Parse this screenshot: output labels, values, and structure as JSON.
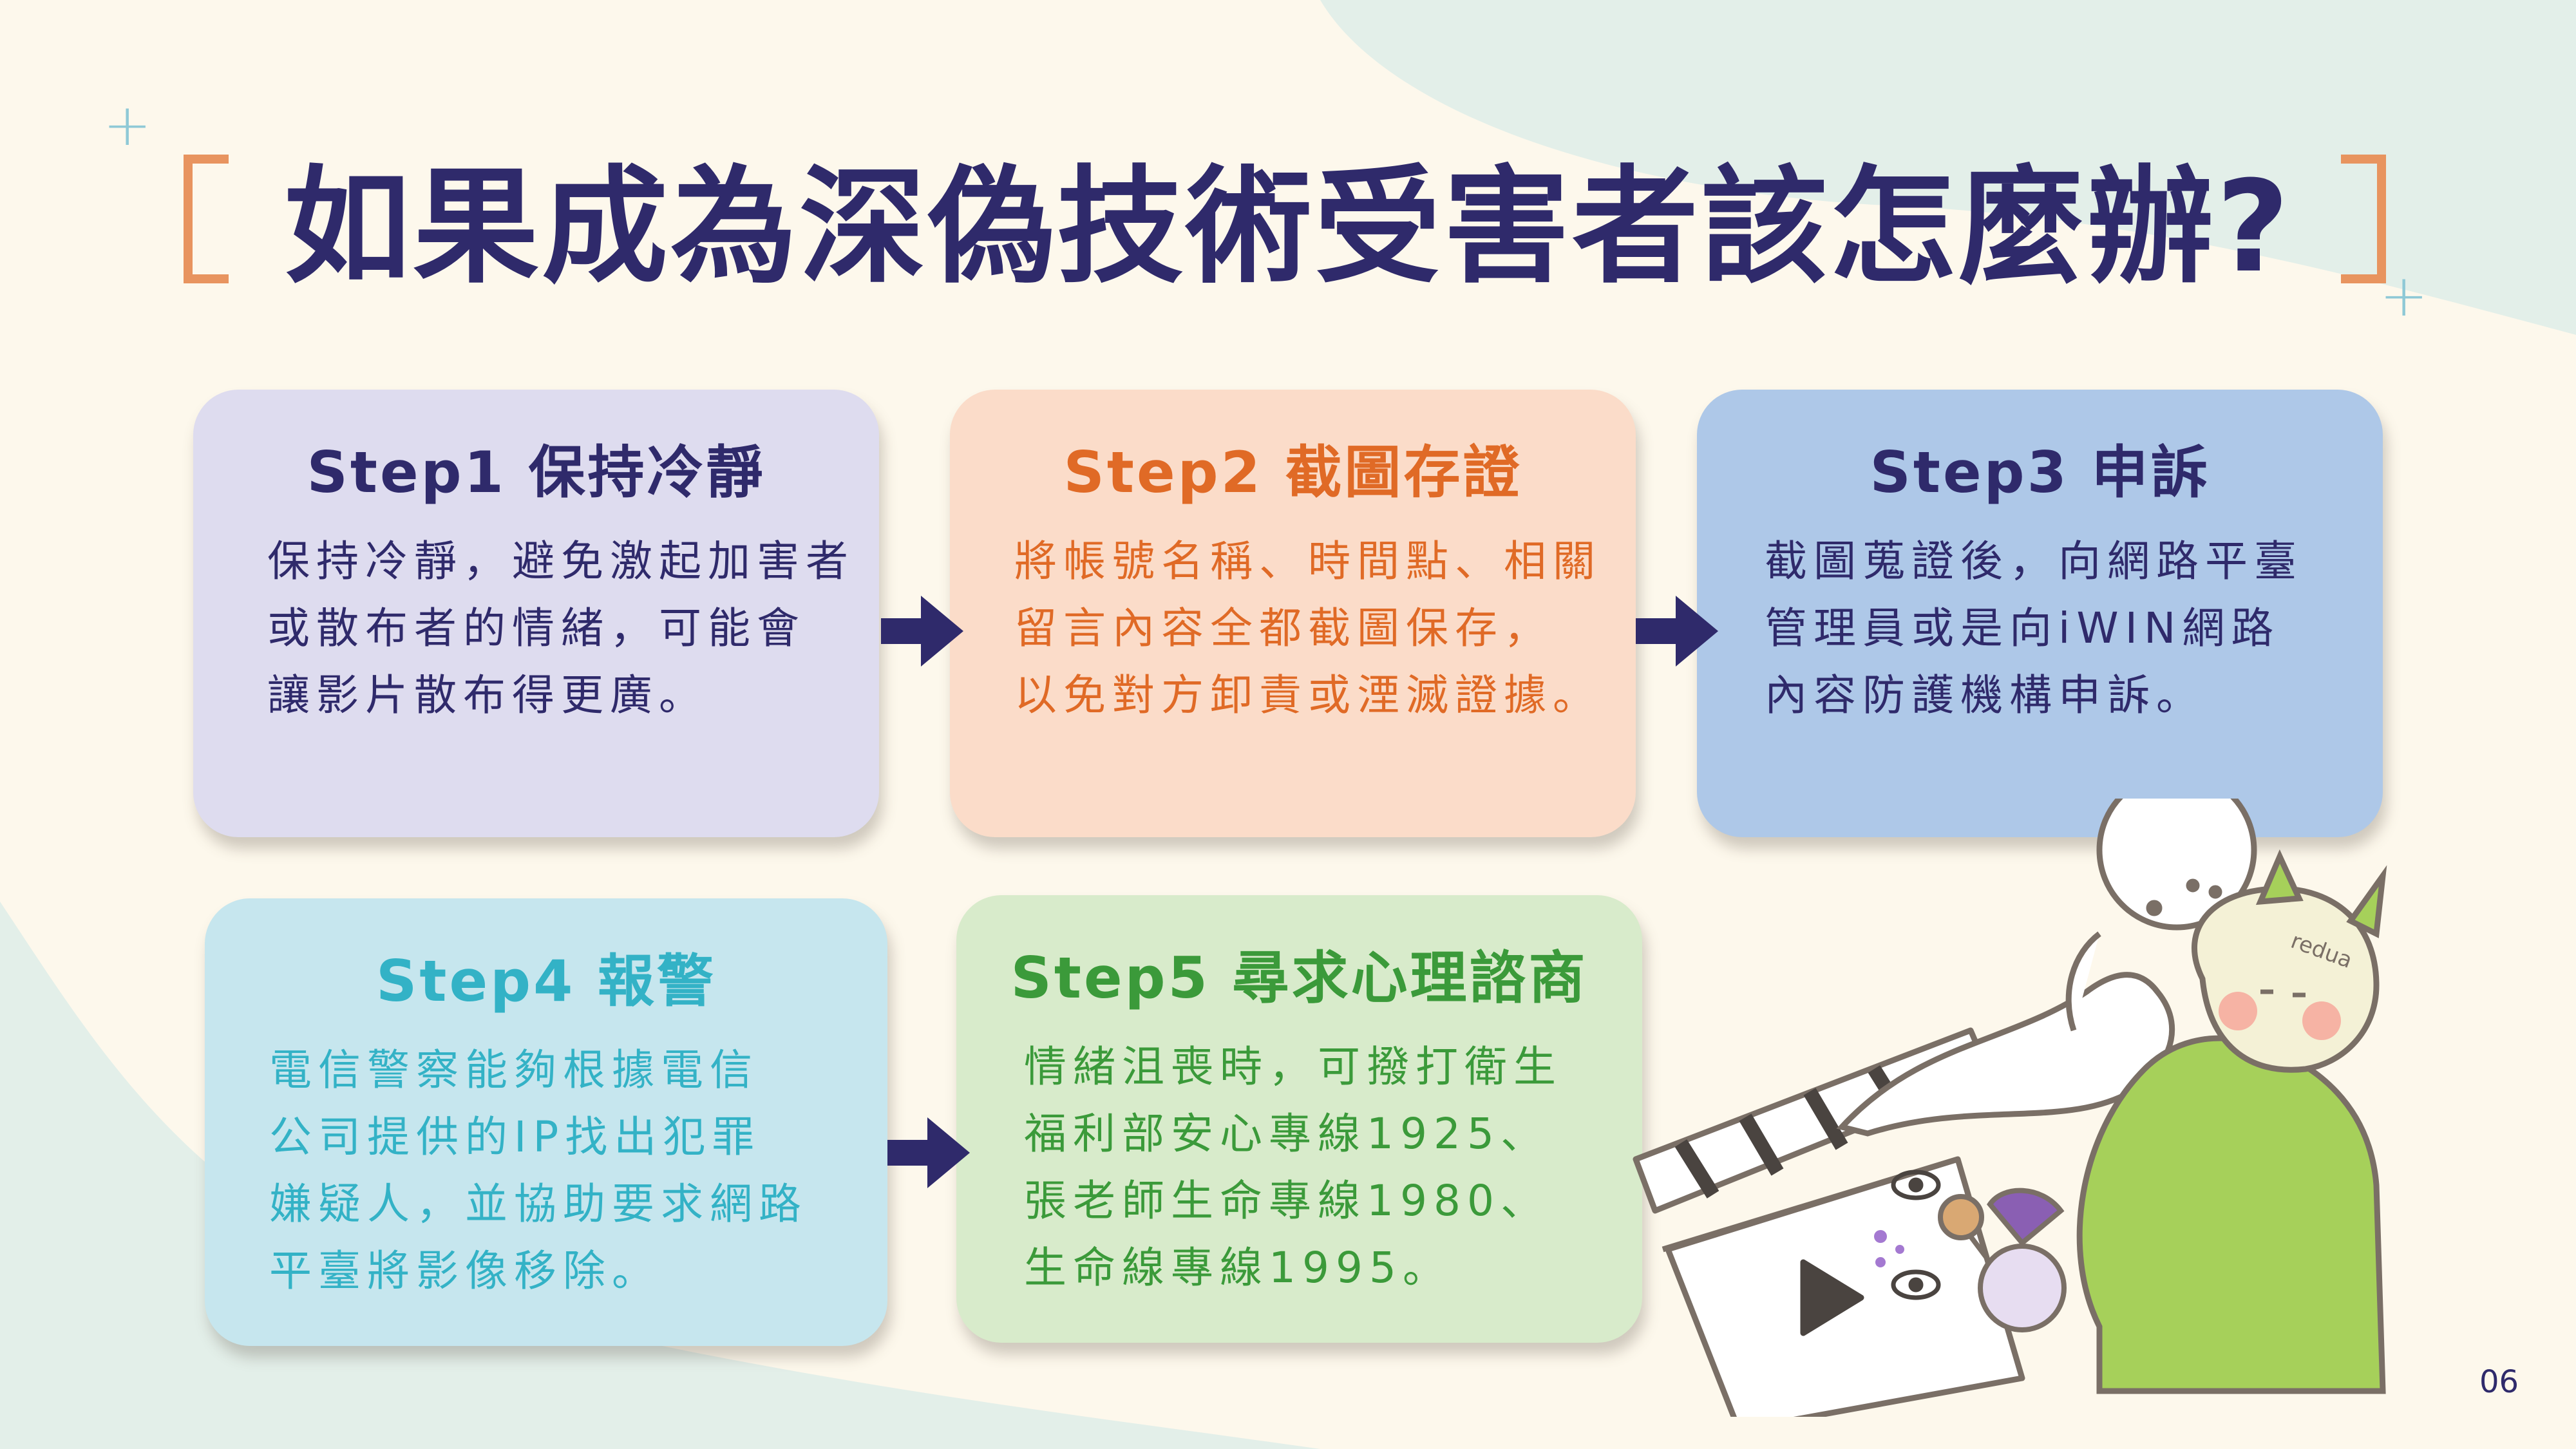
{
  "title": "如果成為深偽技術受害者該怎麼辦?",
  "page_number": "06",
  "colors": {
    "background": "#fdf8ec",
    "blob": "#e3efe9",
    "title": "#2f2a6b",
    "bracket": "#e8945f",
    "arrow": "#2f2a6b",
    "plus": "#8fc9d6"
  },
  "steps": [
    {
      "title": "Step1 保持冷靜",
      "body": "保持冷靜，避免激起加害者\n或散布者的情緒，可能會\n讓影片散布得更廣。",
      "bg": "#dedcef",
      "title_color": "#2f2a6b",
      "text_color": "#2f2a6b"
    },
    {
      "title": "Step2 截圖存證",
      "body": "將帳號名稱、時間點、相關\n留言內容全都截圖保存，\n以免對方卸責或湮滅證據。",
      "bg": "#fbdcc9",
      "title_color": "#e06a26",
      "text_color": "#e06a26"
    },
    {
      "title": "Step3 申訴",
      "body": "截圖蒐證後，向網路平臺\n管理員或是向iWIN網路\n內容防護機構申訴。",
      "bg": "#aec8e8",
      "title_color": "#2f2a6b",
      "text_color": "#2f2a6b"
    },
    {
      "title": "Step4 報警",
      "body": "電信警察能夠根據電信\n公司提供的IP找出犯罪\n嫌疑人，並協助要求網路\n平臺將影像移除。",
      "bg": "#c6e6ee",
      "title_color": "#33b2c6",
      "text_color": "#33b2c6"
    },
    {
      "title": "Step5 尋求心理諮商",
      "body": "情緒沮喪時，可撥打衛生\n福利部安心專線1925、\n張老師生命專線1980、\n生命線專線1995。",
      "bg": "#d8ebcb",
      "title_color": "#3b9a3a",
      "text_color": "#3b9a3a"
    }
  ],
  "illustration": {
    "signature": "redua"
  }
}
